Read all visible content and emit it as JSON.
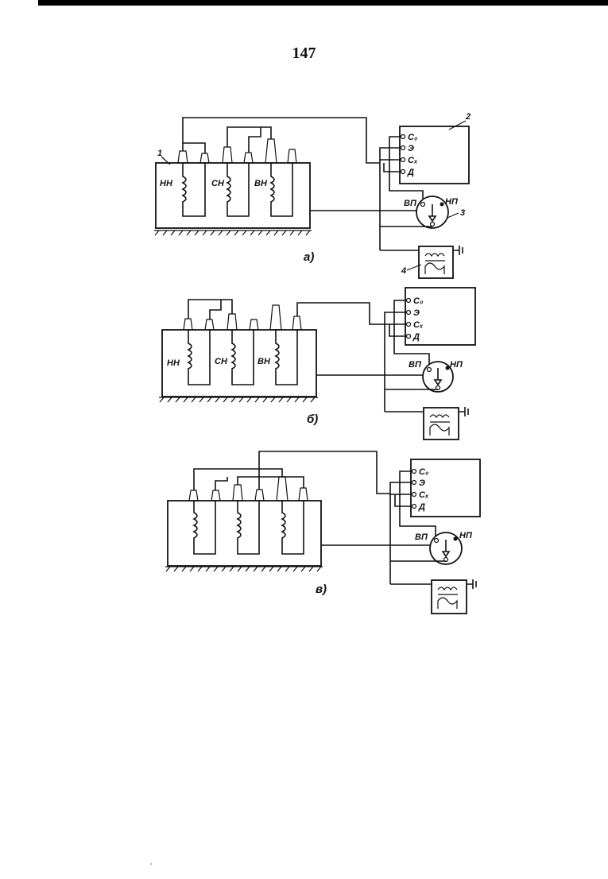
{
  "page": {
    "number": "147"
  },
  "panels": [
    {
      "label": "а)",
      "windings": [
        "НН",
        "СН",
        "ВН"
      ],
      "callouts": [
        "1",
        "2",
        "3",
        "4"
      ],
      "bridge": {
        "terminals": [
          "С₀",
          "Э",
          "Сₓ",
          "Д"
        ]
      },
      "switch": {
        "left": "ВП",
        "right": "НП"
      }
    },
    {
      "label": "б)",
      "windings": [
        "НН",
        "СН",
        "ВН"
      ],
      "callouts": [],
      "bridge": {
        "terminals": [
          "С₀",
          "Э",
          "Сₓ",
          "Д"
        ]
      },
      "switch": {
        "left": "ВП",
        "right": "НП"
      }
    },
    {
      "label": "в)",
      "windings": [],
      "callouts": [],
      "bridge": {
        "terminals": [
          "С₀",
          "Э",
          "Сₓ",
          "Д"
        ]
      },
      "switch": {
        "left": "ВП",
        "right": "НП"
      }
    }
  ]
}
